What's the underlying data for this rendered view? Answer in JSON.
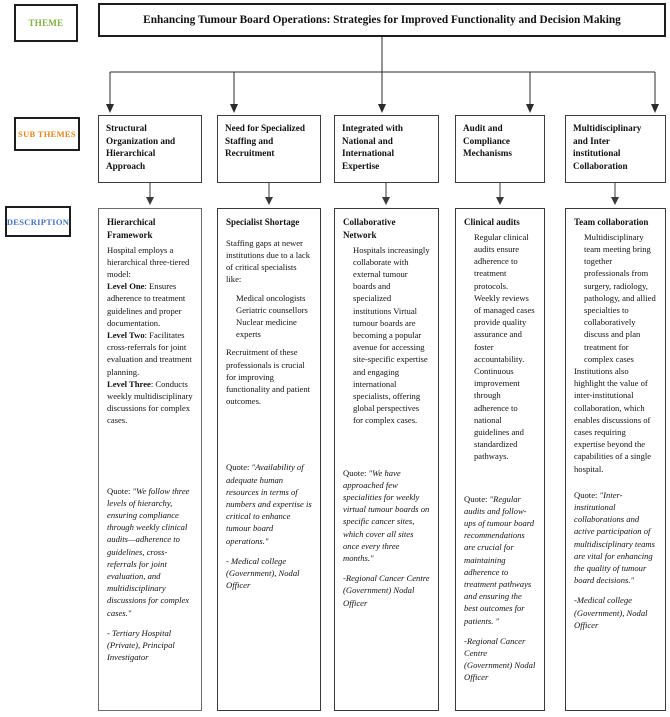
{
  "labels": {
    "theme": "THEME",
    "theme_color": "#7cb342",
    "sub_themes": "SUB THEMES",
    "sub_themes_color": "#e8841a",
    "description": "DESCRIPTION",
    "description_color": "#4472c4"
  },
  "theme": {
    "title": "Enhancing Tumour Board Operations: Strategies for Improved Functionality and Decision Making"
  },
  "columns": [
    {
      "subtheme": "Structural Organization and Hierarchical Approach",
      "heading": "Hierarchical Framework",
      "intro": "Hospital employs a hierarchical three-tiered model:",
      "level_one_label": "Level One",
      "level_one_text": ": Ensures adherence to treatment guidelines and proper documentation.",
      "level_two_label": "Level Two",
      "level_two_text": ": Facilitates cross-referrals for joint evaluation and treatment planning.",
      "level_three_label": "Level Three",
      "level_three_text": ": Conducts weekly multidisciplinary discussions for complex cases.",
      "quote_lead": "Quote: ",
      "quote": "\"We follow three levels of hierarchy, ensuring compliance through weekly clinical audits—adherence to guidelines, cross-referrals for joint evaluation, and multidisciplinary discussions for complex cases.\"",
      "attribution": "- Tertiary Hospital (Private), Principal Investigator"
    },
    {
      "subtheme": "Need for Specialized Staffing and Recruitment",
      "heading": "Specialist Shortage",
      "intro": "Staffing gaps at newer institutions due to a lack of critical specialists like:",
      "list": [
        "Medical oncologists",
        "Geriatric counsellors",
        "Nuclear medicine experts"
      ],
      "outro": "Recruitment of these professionals is crucial for improving functionality and patient outcomes.",
      "quote_lead": "Quote: ",
      "quote": "\"Availability of adequate human resources in terms of numbers and expertise is critical to enhance tumour board operations.\"",
      "attribution": "- Medical college (Government), Nodal Officer"
    },
    {
      "subtheme": "Integrated with National and International Expertise",
      "heading": "Collaborative Network",
      "body": "Hospitals increasingly collaborate with external tumour boards and specialized institutions Virtual tumour boards are becoming a popular avenue for accessing site-specific expertise and engaging international specialists, offering global perspectives for complex cases.",
      "quote_lead": "Quote: ",
      "quote": "\"We have approached few specialities for weekly virtual tumour boards on specific cancer sites, which cover all sites once every three months.\"",
      "attribution": "-Regional Cancer Centre (Government) Nodal Officer"
    },
    {
      "subtheme": "Audit and Compliance Mechanisms",
      "heading": "Clinical audits",
      "body": "Regular clinical audits ensure adherence to treatment protocols. Weekly reviews of managed cases provide quality assurance and foster accountability. Continuous improvement through adherence to national guidelines and standardized pathways.",
      "quote_lead": "Quote: ",
      "quote": "\"Regular audits and follow-ups of tumour board recommendations are crucial for maintaining adherence to treatment pathways and ensuring the best outcomes for patients. \"",
      "attribution": "-Regional Cancer Centre (Government) Nodal Officer"
    },
    {
      "subtheme": "Multidisciplinary and Inter institutional Collaboration",
      "heading": "Team collaboration",
      "body": "Multidisciplinary team meeting bring together professionals from surgery, radiology, pathology, and allied specialties to collaboratively discuss and plan treatment for complex cases",
      "body2": "Institutions also highlight the value of inter-institutional collaboration, which enables discussions of cases requiring expertise beyond the capabilities of a single hospital.",
      "quote_lead": "Quote: ",
      "quote": "\"Inter-institutional collaborations and active participation of multidisciplinary teams are vital for enhancing the quality of tumour board decisions.\"",
      "attribution": "-Medical college (Government), Nodal Officer"
    }
  ]
}
